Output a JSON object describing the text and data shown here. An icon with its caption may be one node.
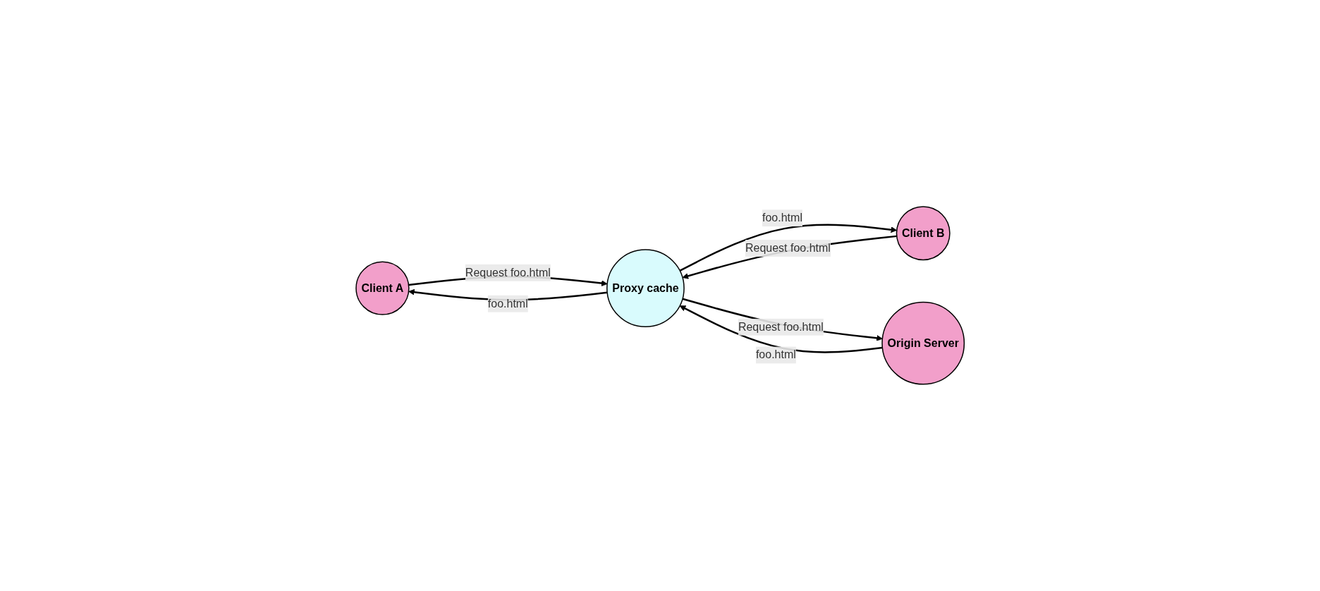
{
  "diagram": {
    "nodes": [
      {
        "text": [
          "Client A"
        ]
      },
      {
        "text": [
          "Client B"
        ]
      },
      {
        "text": [
          "Proxy cache"
        ]
      },
      {
        "text": [
          "Origin Server"
        ]
      }
    ],
    "edges": [
      {
        "from": 0,
        "to": 2,
        "arrow": "to",
        "label": "Request foo.html"
      },
      {
        "from": 2,
        "to": 0,
        "arrow": "to",
        "label": "foo.html"
      },
      {
        "from": 1,
        "to": 2,
        "arrow": "to",
        "label": "Request foo.html"
      },
      {
        "from": 2,
        "to": 1,
        "arrow": "to",
        "label": "foo.html"
      },
      {
        "from": 2,
        "to": 3,
        "arrow": "to",
        "label": "Request foo.html"
      },
      {
        "from": 3,
        "to": 2,
        "arrow": "to",
        "label": "foo.html"
      }
    ]
  }
}
